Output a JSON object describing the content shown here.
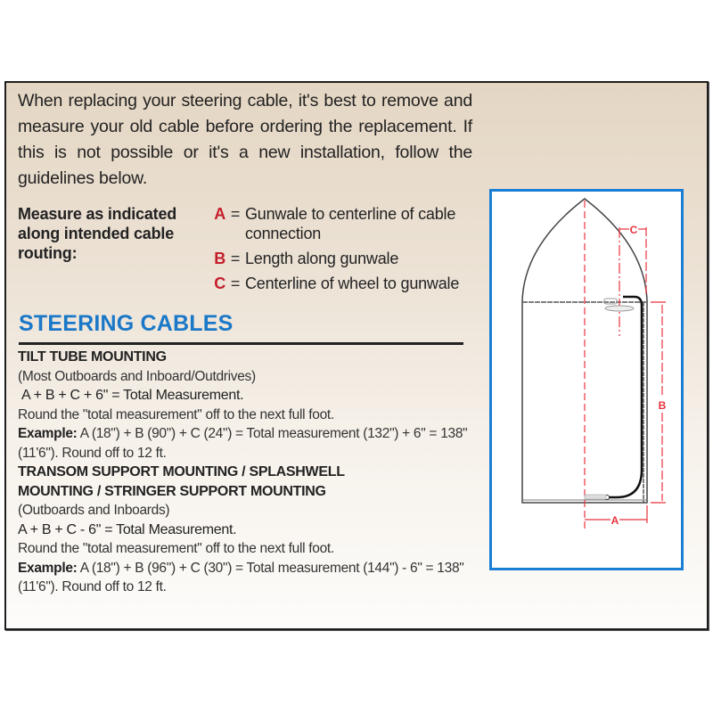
{
  "intro": {
    "text": "When replacing your steering cable, it's best to remove and measure your old cable before ordering the replacement. If this is not possible or it's a new installation, follow the guidelines below."
  },
  "measure": {
    "label": "Measure as indicated along intended cable routing:",
    "definitions": [
      {
        "letter": "A",
        "equals": "=",
        "text": "Gunwale to centerline of cable connection"
      },
      {
        "letter": "B",
        "equals": "=",
        "text": "Length along gunwale"
      },
      {
        "letter": "C",
        "equals": "=",
        "text": "Centerline of wheel to gunwale"
      }
    ]
  },
  "section": {
    "heading": "STEERING CABLES",
    "tilt_tube": {
      "title": "TILT TUBE MOUNTING",
      "note": "(Most Outboards and Inboard/Outdrives)",
      "formula": "A + B + C + 6\" = Total Measurement.",
      "round": "Round the \"total measurement\" off to the next full foot.",
      "example_label": "Example:",
      "example_text": "A (18\") + B (90\") + C (24\") = Total measurement (132\") + 6\" = 138\" (11'6\"). Round off to 12 ft."
    },
    "transom": {
      "title_line1": "TRANSOM SUPPORT MOUNTING / SPLASHWELL",
      "title_line2": "MOUNTING / STRINGER SUPPORT MOUNTING",
      "note": "(Outboards and Inboards)",
      "formula": "A + B + C - 6\" = Total Measurement.",
      "round": "Round the \"total measurement\" off to the next full foot.",
      "example_label": "Example:",
      "example_text": "A (18\") + B (96\") + C (30\") = Total measurement (144\") - 6\" = 138\" (11'6\"). Round off to 12 ft."
    }
  },
  "diagram": {
    "labels": {
      "a": "A",
      "b": "B",
      "c": "C"
    },
    "colors": {
      "frame": "#1a7fd4",
      "dimension": "#e8323c",
      "outline": "#333333",
      "cable": "#111111"
    }
  },
  "colors": {
    "accent_blue": "#1a78c8",
    "letter_red": "#c41e2a",
    "panel_top": "#e4d6c3",
    "panel_bottom": "#fdfcfa"
  }
}
